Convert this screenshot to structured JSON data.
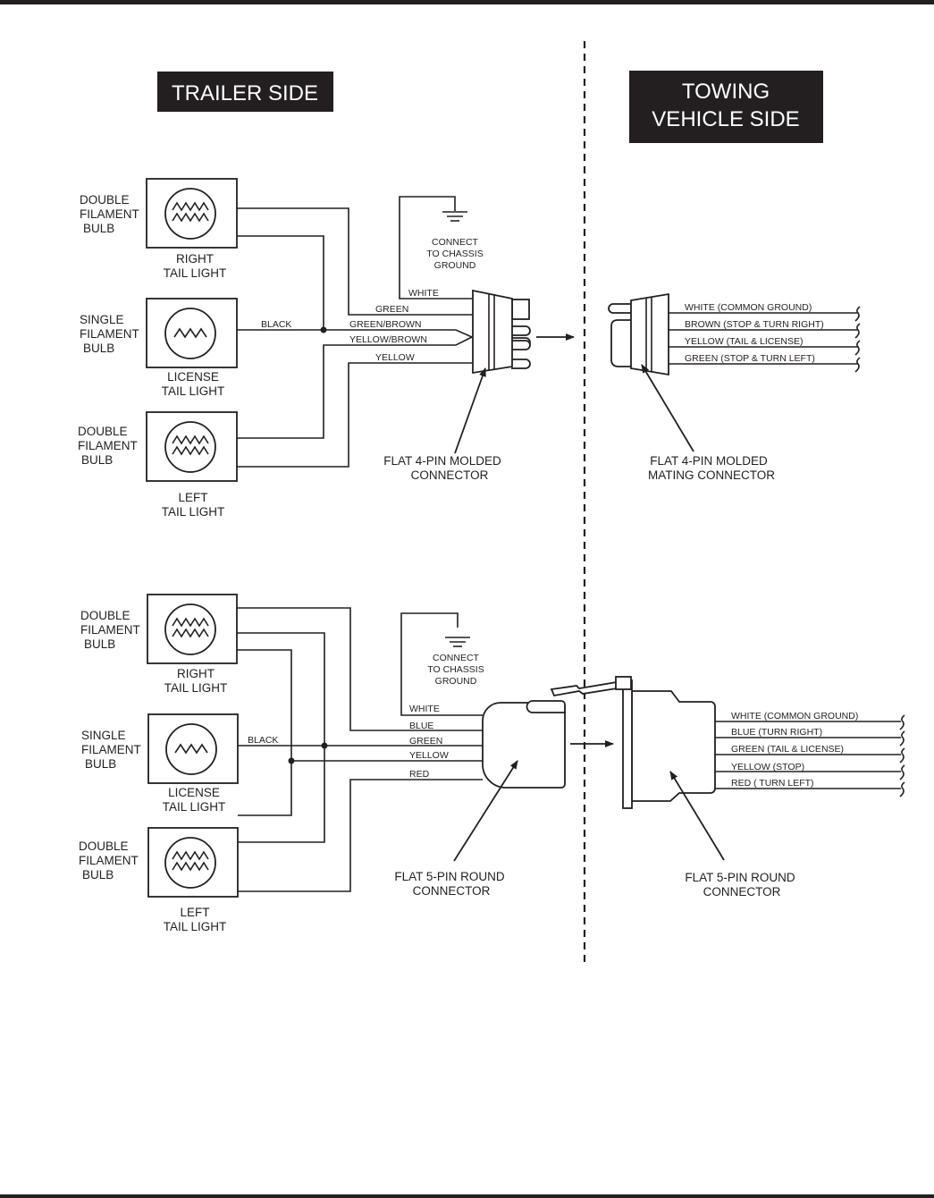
{
  "headers": {
    "trailer_side": "TRAILER SIDE",
    "towing_side_line1": "TOWING",
    "towing_side_line2": "VEHICLE SIDE"
  },
  "colors": {
    "ink": "#231f20",
    "background": "#ffffff"
  },
  "diagram_4pin": {
    "lights": [
      {
        "bulb_type": [
          "DOUBLE",
          "FILAMENT",
          "BULB"
        ],
        "name": [
          "RIGHT",
          "TAIL LIGHT"
        ],
        "icon": "double-filament-icon"
      },
      {
        "bulb_type": [
          "SINGLE",
          "FILAMENT",
          "BULB"
        ],
        "name": [
          "LICENSE",
          "TAIL LIGHT"
        ],
        "icon": "single-filament-icon"
      },
      {
        "bulb_type": [
          "DOUBLE",
          "FILAMENT",
          "BULB"
        ],
        "name": [
          "LEFT",
          "TAIL LIGHT"
        ],
        "icon": "double-filament-icon"
      }
    ],
    "ground_label": [
      "CONNECT",
      "TO CHASSIS",
      "GROUND"
    ],
    "black_label": "BLACK",
    "trailer_wires": [
      "WHITE",
      "GREEN",
      "GREEN/BROWN",
      "YELLOW/BROWN",
      "YELLOW"
    ],
    "trailer_connector": [
      "FLAT 4-PIN MOLDED",
      "CONNECTOR"
    ],
    "vehicle_wires": [
      "WHITE (COMMON GROUND)",
      "BROWN (STOP & TURN RIGHT)",
      "YELLOW (TAIL & LICENSE)",
      "GREEN (STOP & TURN LEFT)"
    ],
    "vehicle_connector": [
      "FLAT 4-PIN MOLDED",
      "MATING CONNECTOR"
    ]
  },
  "diagram_5pin": {
    "lights": [
      {
        "bulb_type": [
          "DOUBLE",
          "FILAMENT",
          "BULB"
        ],
        "name": [
          "RIGHT",
          "TAIL LIGHT"
        ],
        "icon": "double-filament-icon"
      },
      {
        "bulb_type": [
          "SINGLE",
          "FILAMENT",
          "BULB"
        ],
        "name": [
          "LICENSE",
          "TAIL LIGHT"
        ],
        "icon": "single-filament-icon"
      },
      {
        "bulb_type": [
          "DOUBLE",
          "FILAMENT",
          "BULB"
        ],
        "name": [
          "LEFT",
          "TAIL LIGHT"
        ],
        "icon": "double-filament-icon"
      }
    ],
    "ground_label": [
      "CONNECT",
      "TO CHASSIS",
      "GROUND"
    ],
    "black_label": "BLACK",
    "trailer_wires": [
      "WHITE",
      "BLUE",
      "GREEN",
      "YELLOW",
      "RED"
    ],
    "trailer_connector": [
      "FLAT 5-PIN ROUND",
      "CONNECTOR"
    ],
    "vehicle_wires": [
      "WHITE (COMMON GROUND)",
      "BLUE (TURN RIGHT)",
      "GREEN (TAIL & LICENSE)",
      "YELLOW (STOP)",
      "RED ( TURN LEFT)"
    ],
    "vehicle_connector": [
      "FLAT 5-PIN ROUND",
      "CONNECTOR"
    ]
  }
}
